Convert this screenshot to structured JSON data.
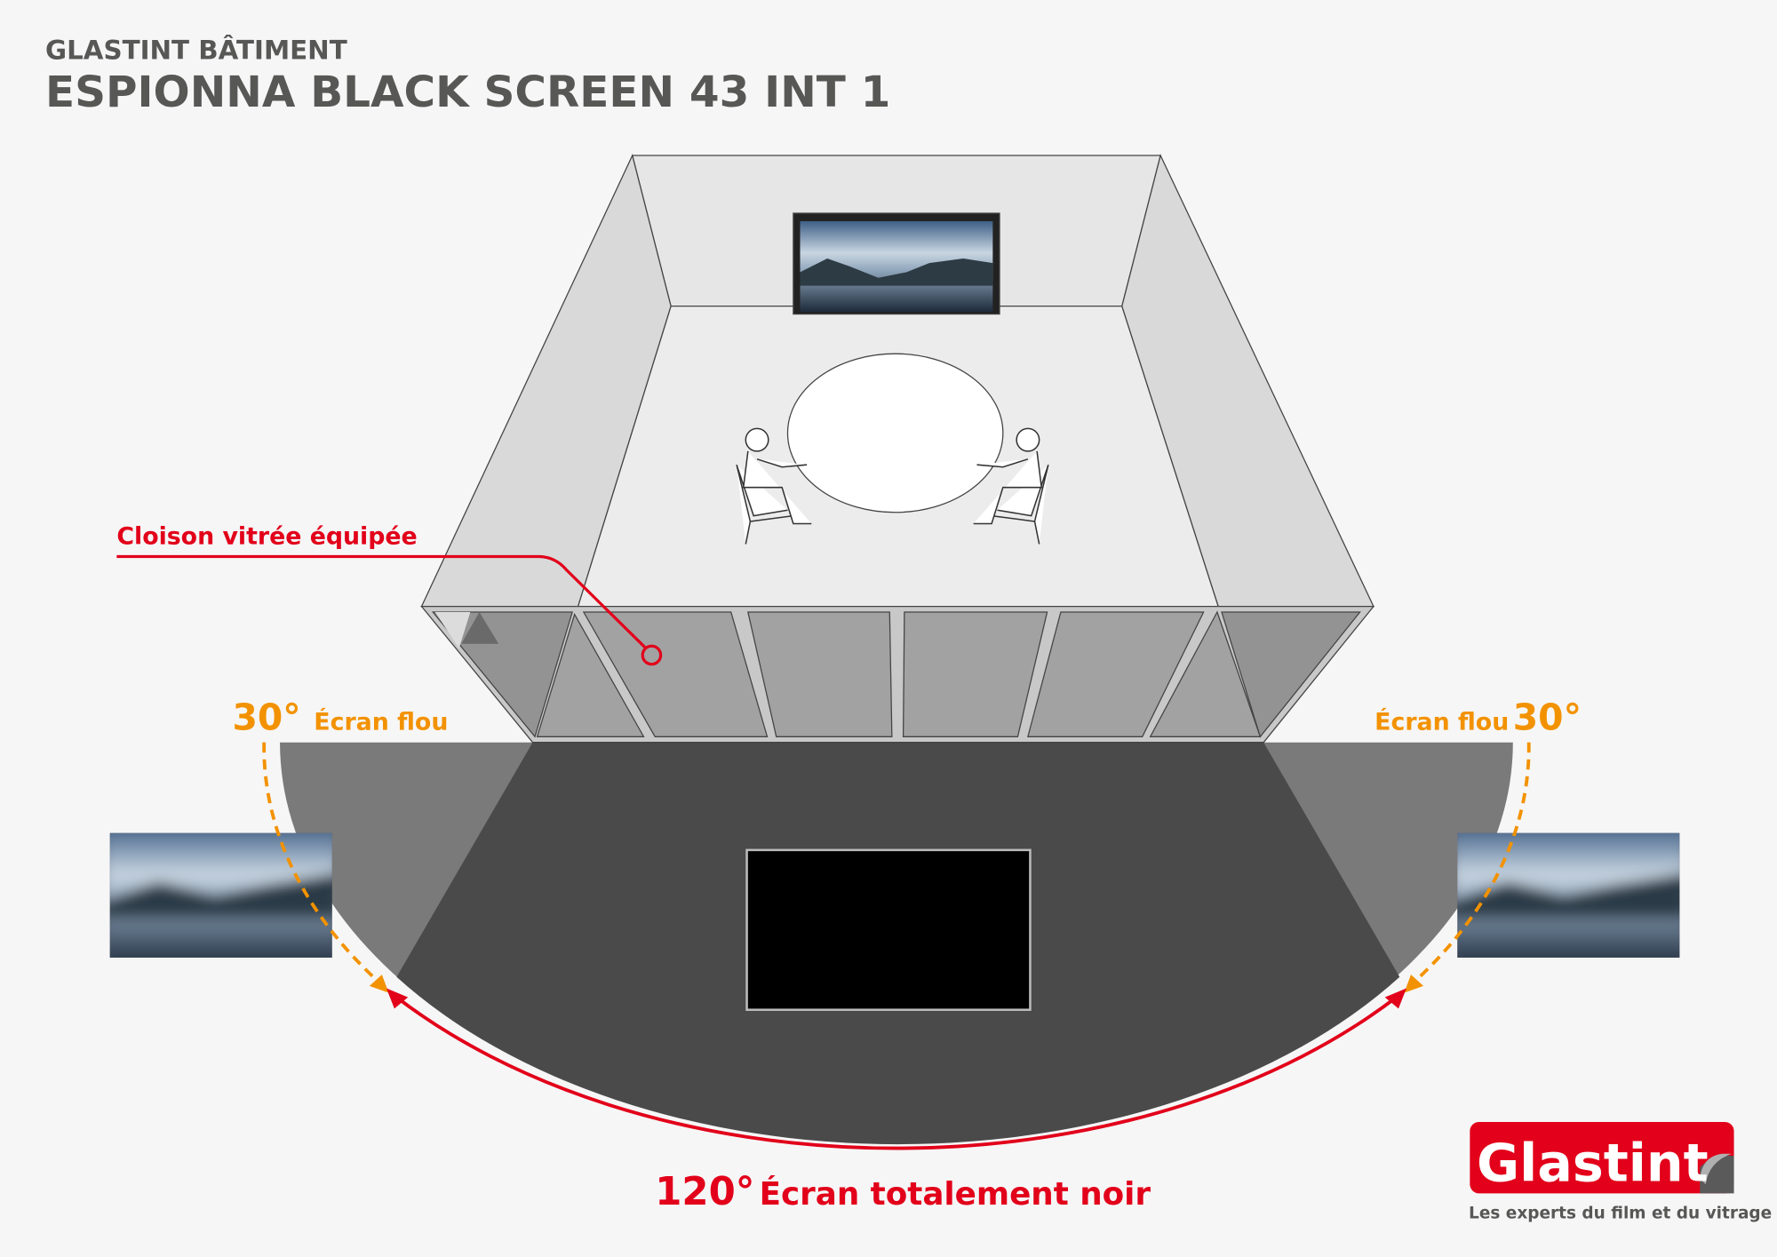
{
  "header": {
    "subtitle": "GLASTINT BÂTIMENT",
    "title": "ESPIONNA BLACK SCREEN 43 INT 1"
  },
  "callout": {
    "label": "Cloison vitrée équipée"
  },
  "left_zone": {
    "angle": "30°",
    "label": "Écran flou"
  },
  "right_zone": {
    "angle": "30°",
    "label": "Écran flou"
  },
  "center_zone": {
    "angle": "120°",
    "label": "Écran totalement noir"
  },
  "logo": {
    "name": "Glastint",
    "tagline": "Les experts du film et du vitrage"
  },
  "colors": {
    "red": "#e2001a",
    "orange": "#f39200",
    "title_gray": "#575756",
    "dark_zone": "#4a4a4a",
    "side_zone": "#7a7a7a"
  }
}
